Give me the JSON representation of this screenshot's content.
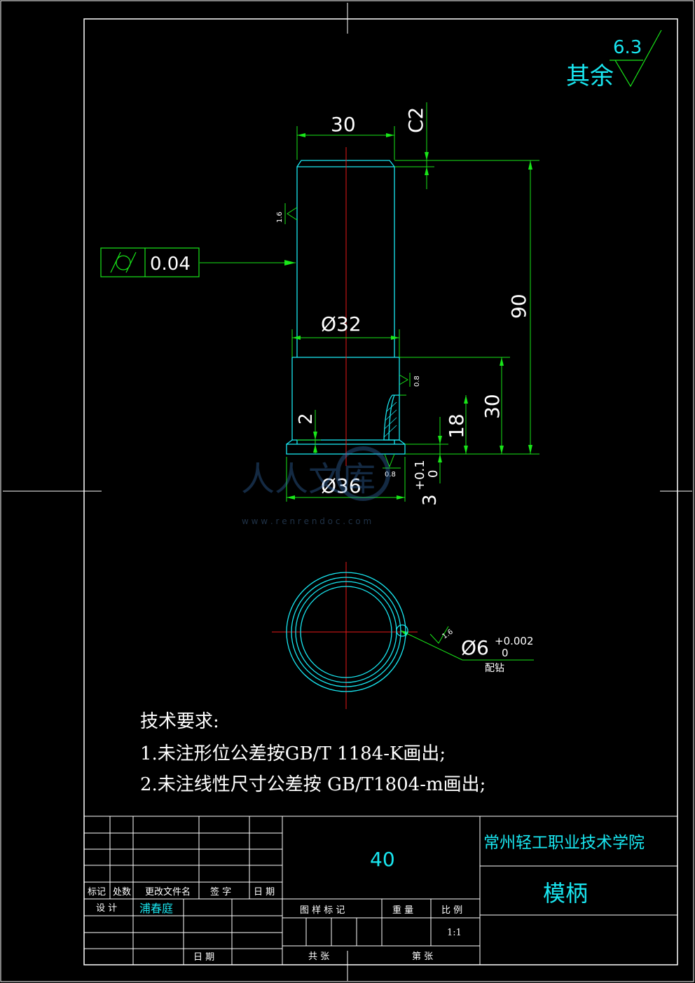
{
  "roughness_note": {
    "label": "其余",
    "value": "6.3"
  },
  "dimensions": {
    "width_top": "30",
    "chamfer": "C2",
    "height_total": "90",
    "diameter_shank": "Ø32",
    "height_flange": "30",
    "height_groove": "18",
    "groove_depth": "2",
    "diameter_flange": "Ø36",
    "tol_upper": "+0.1",
    "tol_lower": "0",
    "tol_base": "3"
  },
  "roughness_marks": {
    "shank": "1.6",
    "flange_top": "0.8",
    "flange_bottom": "0.8",
    "hole": "1.6"
  },
  "tolerance_frame": {
    "symbol": "⌭",
    "value": "0.04"
  },
  "hole_callout": {
    "diameter": "Ø6",
    "tol_upper": "+0.002",
    "tol_lower": "0",
    "note": "配钻"
  },
  "tech_requirements": {
    "title": "技术要求:",
    "items": [
      "1.未注形位公差按GB/T 1184-K画出;",
      "2.未注线性尺寸公差按 GB/T1804-m画出;"
    ]
  },
  "title_block": {
    "quantity": "40",
    "school": "常州轻工职业技术学院",
    "part_name": "模柄",
    "rev_headers": [
      "标记",
      "处数",
      "更改文件名",
      "签 字",
      "日 期"
    ],
    "design_label": "设 计",
    "designer": "浦春庭",
    "date_label": "日 期",
    "mark_label": "图 样 标 记",
    "weight_label": "重 量",
    "scale_label": "比 例",
    "scale": "1:1",
    "total_label": "共 张",
    "sheet_label": "第 张"
  },
  "watermark": {
    "text": "人人文库",
    "url": "w w w . r e n r e n d o c . c o m"
  },
  "colors": {
    "cyan": "#19e6f0",
    "green": "#19e619",
    "red": "#e61919",
    "white": "#ffffff",
    "bg": "#000000"
  }
}
